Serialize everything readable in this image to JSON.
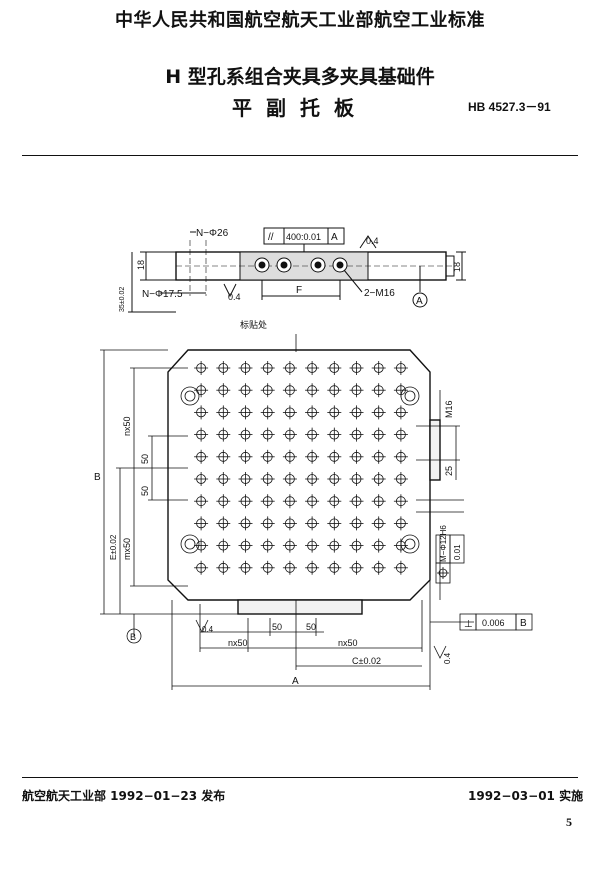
{
  "header": {
    "org_title": "中华人民共和国航空航天工业部航空工业标准",
    "title_line1": "H 型孔系组合夹具多夹具基础件",
    "title_line2": "平副托板",
    "standard_number": "HB 4527.3－91"
  },
  "drawing": {
    "side_view": {
      "n_phi26": "N−Φ26",
      "n_phi175": "N−Φ17.5",
      "dim_35": "35±0.02",
      "dim_18_left": "18",
      "dim_18_right": "18",
      "parallel_sym": "//",
      "parallel_tol": "400:0.01",
      "parallel_datum": "A",
      "roughness_top": "0.4",
      "roughness_bottom": "0.4",
      "dim_F": "F",
      "thread_note": "2−M16",
      "datum_A": "A"
    },
    "plan_view": {
      "label_note": "标贴处",
      "dim_B": "B",
      "dim_nx50_left": "nx50",
      "dim_50_a": "50",
      "dim_50_b": "50",
      "dim_E": "E±0.02",
      "dim_mx50": "mx50",
      "datum_B": "B",
      "roughness_left": "0.4",
      "dim_50_c": "50",
      "dim_50_d": "50",
      "dim_nx50_bottom_left": "nx50",
      "dim_nx50_bottom_right": "nx50",
      "dim_C": "C±0.02",
      "dim_A": "A",
      "roughness_right": "0.4",
      "thread_m16": "M16",
      "dim_25": "25",
      "hole_note": "M−Φ12H6",
      "position_tol": "0.01",
      "perp_sym": "⊥",
      "perp_tol": "0.006",
      "perp_datum": "B"
    }
  },
  "footer": {
    "issued": "航空航天工业部 1992−01−23 发布",
    "effective": "1992−03−01 实施",
    "page_number": "5"
  }
}
